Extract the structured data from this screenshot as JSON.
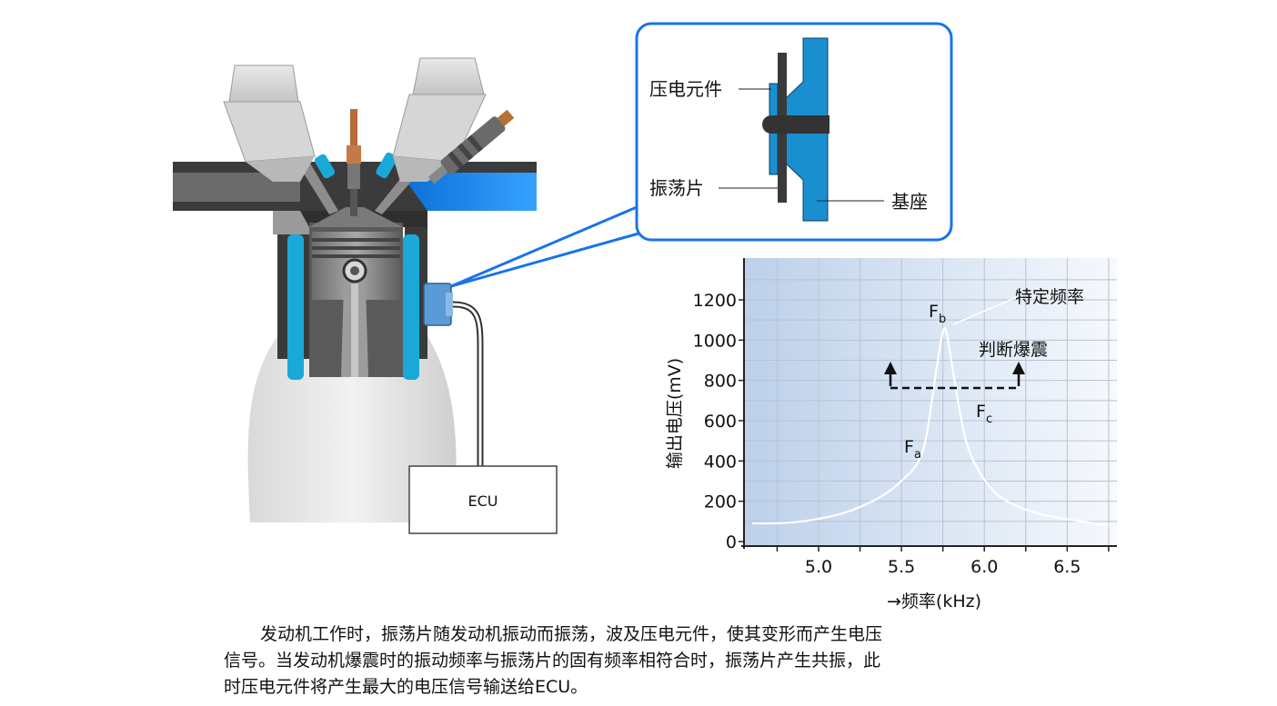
{
  "ecu_label": "ECU",
  "sensor_detail": {
    "piezo_element": "压电元件",
    "vibration_plate": "振荡片",
    "base": "基座"
  },
  "chart_data": {
    "type": "line",
    "title": "",
    "xlabel": "→频率(kHz)",
    "ylabel": "输出电压(mV)",
    "xlim": [
      4.55,
      6.8
    ],
    "ylim": [
      0,
      1200
    ],
    "x_ticks": [
      "5.0",
      "5.5",
      "6.0",
      "6.5"
    ],
    "y_ticks": [
      "0",
      "200",
      "400",
      "600",
      "800",
      "1000",
      "1200"
    ],
    "grid": true,
    "series": [
      {
        "x": [
          4.6,
          4.8,
          5.0,
          5.2,
          5.4,
          5.5,
          5.6,
          5.65,
          5.7,
          5.75,
          5.77,
          5.8,
          5.85,
          5.9,
          6.0,
          6.1,
          6.3,
          6.5,
          6.75
        ],
        "y": [
          90,
          90,
          110,
          150,
          230,
          300,
          380,
          500,
          800,
          1060,
          1060,
          900,
          650,
          450,
          300,
          210,
          140,
          110,
          80
        ]
      }
    ],
    "annotations": {
      "resonance": "特定频率",
      "knock_judge": "判断爆震",
      "fa_base": "F",
      "fa_sub": "a",
      "fb_base": "F",
      "fb_sub": "b",
      "fc_base": "F",
      "fc_sub": "c"
    }
  },
  "caption": {
    "line1": "发动机工作时，振荡片随发动机振动而振荡，波及压电元件，使其变形而产生电压",
    "line2": "信号。当发动机爆震时的振动频率与振荡片的固有频率相符合时，振荡片产生共振，此",
    "line3": "时压电元件将产生最大的电压信号输送给ECU。"
  },
  "colors": {
    "coolant": "#1aa8d8",
    "highlight_blue": "#1a73e8",
    "sensor": "#5b9bd5",
    "engine_gray": "#c8c8c8"
  }
}
